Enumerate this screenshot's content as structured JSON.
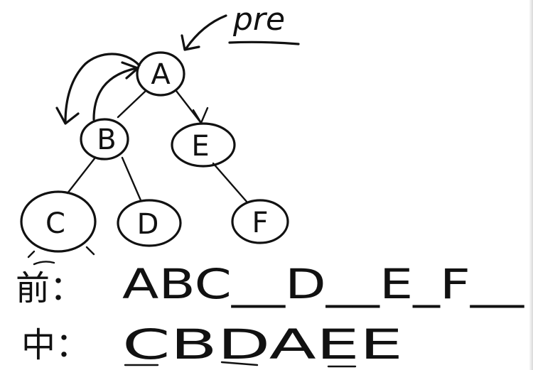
{
  "pointer_label": "pre",
  "tree": {
    "nodes": [
      {
        "id": "A",
        "label": "A"
      },
      {
        "id": "B",
        "label": "B"
      },
      {
        "id": "E",
        "label": "E"
      },
      {
        "id": "C",
        "label": "C"
      },
      {
        "id": "D",
        "label": "D"
      },
      {
        "id": "F",
        "label": "F"
      }
    ],
    "edges": [
      {
        "from": "A",
        "to": "B"
      },
      {
        "from": "A",
        "to": "E"
      },
      {
        "from": "B",
        "to": "C"
      },
      {
        "from": "B",
        "to": "D"
      },
      {
        "from": "E",
        "to": "F"
      }
    ]
  },
  "sequences": {
    "preorder": {
      "prefix": "前：",
      "text": "ABC__D__E_F__"
    },
    "inorder": {
      "prefix": "中：",
      "text": "CBDAEE"
    }
  },
  "colors": {
    "ink": "#111111",
    "background": "#ffffff"
  }
}
